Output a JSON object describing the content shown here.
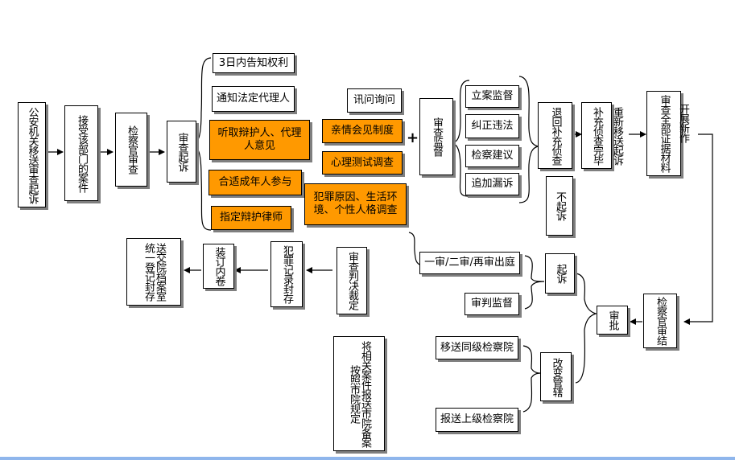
{
  "colors": {
    "orange": "#ff9900",
    "border": "#000000",
    "shadow": "#7f7f7f"
  },
  "boxes": {
    "gongan_yisong": "公安机关移送审查起诉",
    "jieshou_anjian": "接受该部门的案件",
    "jianchaguan_shencha": "检察官审查",
    "shencha_qisu": "审查起诉",
    "gaozhi_quanli": "3日内告知权利",
    "tongzhi_daili": "通知法定代理人",
    "tingqu_yijian": "听取辩护人、代理人意见",
    "heshi_chengnianren": "合适成年人参与",
    "zhiding_lvshi": "指定辩护律师",
    "xunwen": "讯问询问",
    "qinqing_huijian": "亲情会见制度",
    "xinli_ceshi": "心理测试调查",
    "fanzui_yuanyin": "犯罪原因、生活环境、个性人格调查",
    "plus": "+",
    "shencha_jiandu": "审查监督",
    "lian_jiandu": "立案监督",
    "jiuzheng_weifa": "纠正违法",
    "jiancha_jianyi": "检察建议",
    "zhuijia_lousu": "追加漏诉",
    "tuihui_buchong": "退回补充侦查",
    "buchong_wanbi": "补充侦查完毕",
    "chongxin_yisong": "重新移送起诉",
    "kaizhan_zuozhan": "开展新作",
    "shencha_quanbu": "审查全部证据材料",
    "bu_qisu": "不起诉",
    "shenpan_jueding": "审查判决裁定",
    "fanzui_jilu": "犯罪记录封存",
    "zhuangding_neijuan": "装订内卷",
    "songjiao_dangan": "送交院档案室统一登记封存",
    "yishen_ershen": "一审/二审/再审出庭",
    "shenpan_jiandu": "审判监督",
    "qisu": "起诉",
    "shenpi": "审批",
    "jianchaguan_shenjie": "检察官审结",
    "yisong_tongji": "移送同级检察院",
    "baosong_shangji": "报送上级检察院",
    "gaibian_guanxia": "改变管辖",
    "anzhao_shiyuan": "按照市院规定",
    "jiang_xiangguan": "将相关案件报送市院备案"
  }
}
